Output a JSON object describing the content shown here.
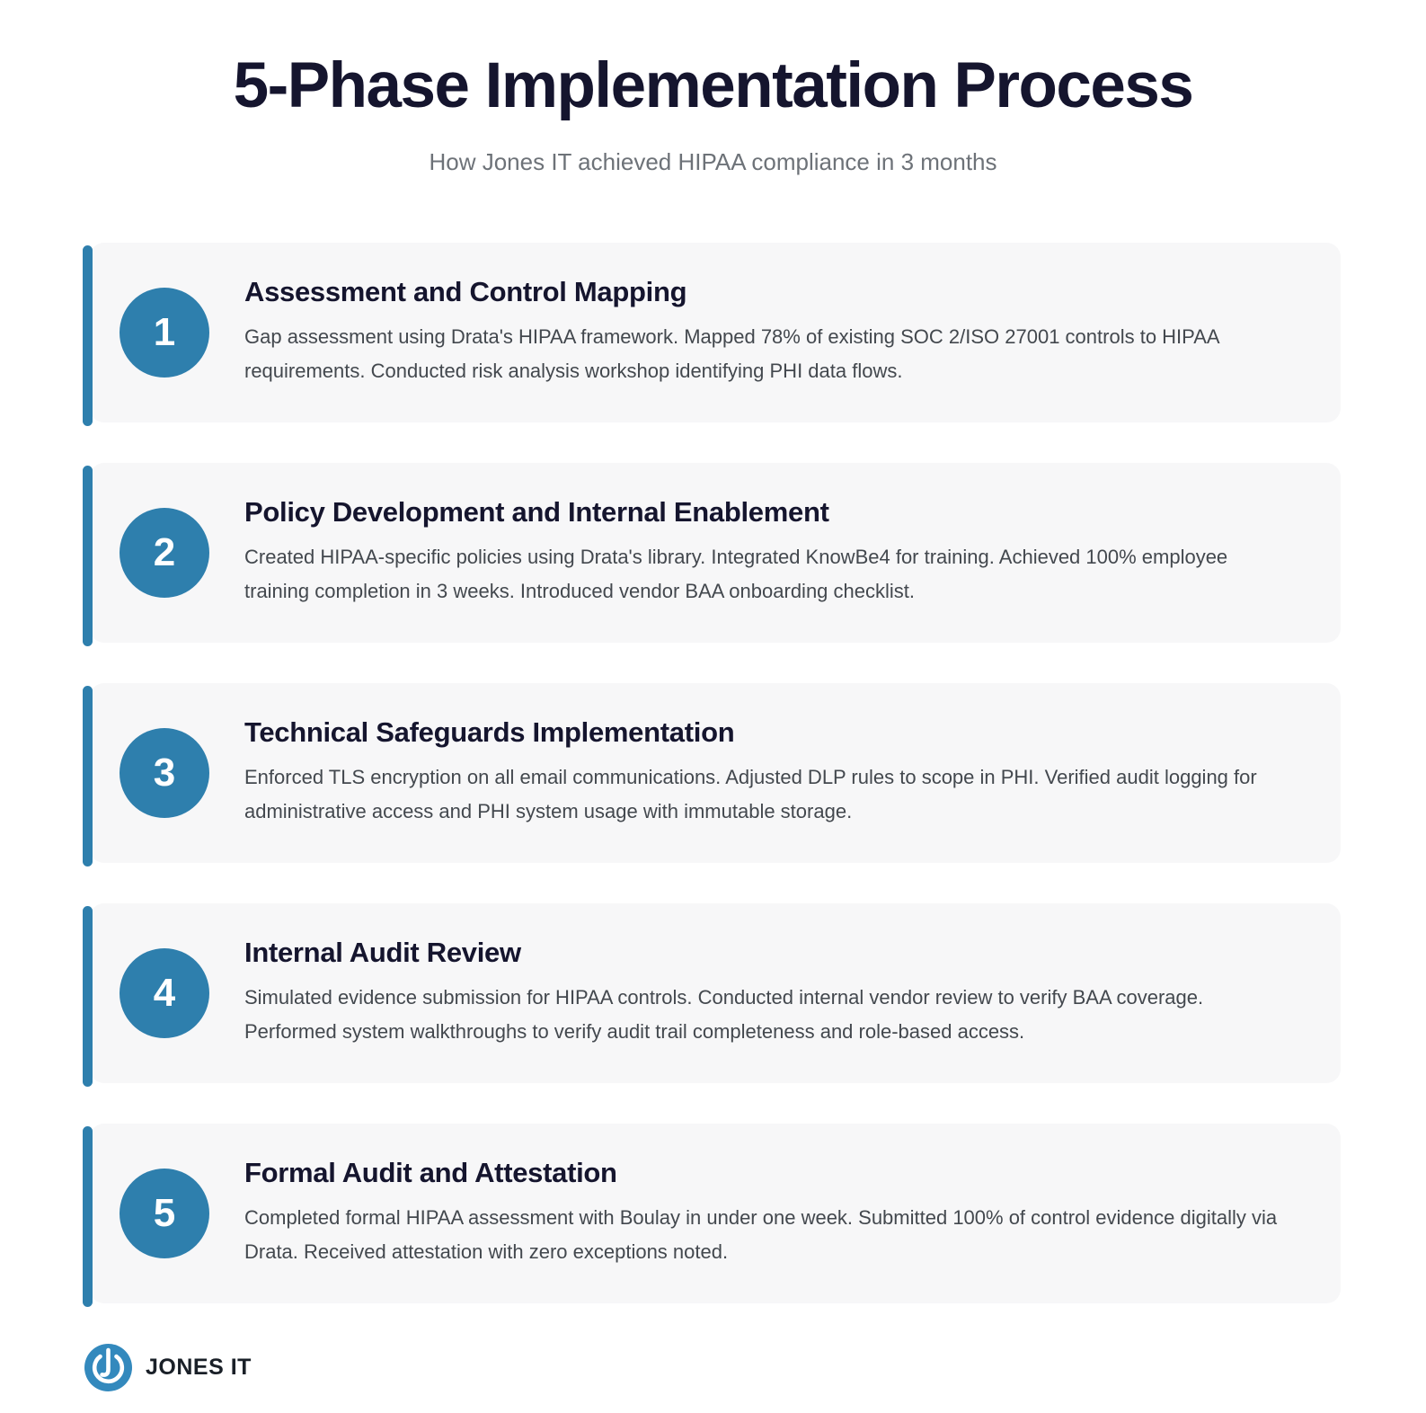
{
  "header": {
    "title": "5-Phase Implementation Process",
    "subtitle": "How Jones IT achieved HIPAA compliance in 3 months"
  },
  "phases": [
    {
      "number": "1",
      "title": "Assessment and Control Mapping",
      "description": "Gap assessment using Drata's HIPAA framework. Mapped 78% of existing SOC 2/ISO 27001 controls to HIPAA requirements. Conducted risk analysis workshop identifying PHI data flows."
    },
    {
      "number": "2",
      "title": "Policy Development and Internal Enablement",
      "description": "Created HIPAA-specific policies using Drata's library. Integrated KnowBe4 for training. Achieved 100% employee training completion in 3 weeks. Introduced vendor BAA onboarding checklist."
    },
    {
      "number": "3",
      "title": "Technical Safeguards Implementation",
      "description": "Enforced TLS encryption on all email communications. Adjusted DLP rules to scope in PHI. Verified audit logging for administrative access and PHI system usage with immutable storage."
    },
    {
      "number": "4",
      "title": "Internal Audit Review",
      "description": "Simulated evidence submission for HIPAA controls. Conducted internal vendor review to verify BAA coverage. Performed system walkthroughs to verify audit trail completeness and role-based access."
    },
    {
      "number": "5",
      "title": "Formal Audit and Attestation",
      "description": "Completed formal HIPAA assessment with Boulay in under one week. Submitted 100% of control evidence digitally via Drata. Received attestation with zero exceptions noted."
    }
  ],
  "footer": {
    "brand": "JONES IT",
    "logo_icon": "power-j-icon"
  },
  "colors": {
    "accent_blue": "#2e7fad",
    "logo_blue": "#3389bd",
    "heading_navy": "#15152e",
    "body_gray": "#43484e",
    "subtitle_gray": "#6d7278",
    "card_background": "#f7f7f8"
  }
}
